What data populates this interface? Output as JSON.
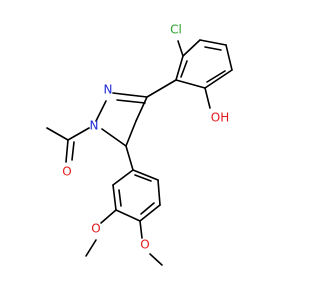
{
  "colors": {
    "bond": "#000000",
    "carbon": "#000000",
    "nitrogen": "#1f2bd6",
    "oxygen": "#e41a1c",
    "chlorine": "#2aa32a"
  },
  "atoms": {
    "cl": {
      "label": "Cl",
      "element": "chlorine"
    },
    "oh": {
      "label": "OH",
      "element": "oxygen"
    },
    "n2": {
      "label": "N",
      "element": "nitrogen"
    },
    "n1": {
      "label": "N",
      "element": "nitrogen"
    },
    "o_carbonyl": {
      "label": "O",
      "element": "oxygen"
    },
    "o_methoxy_3": {
      "label": "O",
      "element": "oxygen"
    },
    "o_methoxy_4": {
      "label": "O",
      "element": "oxygen"
    }
  }
}
